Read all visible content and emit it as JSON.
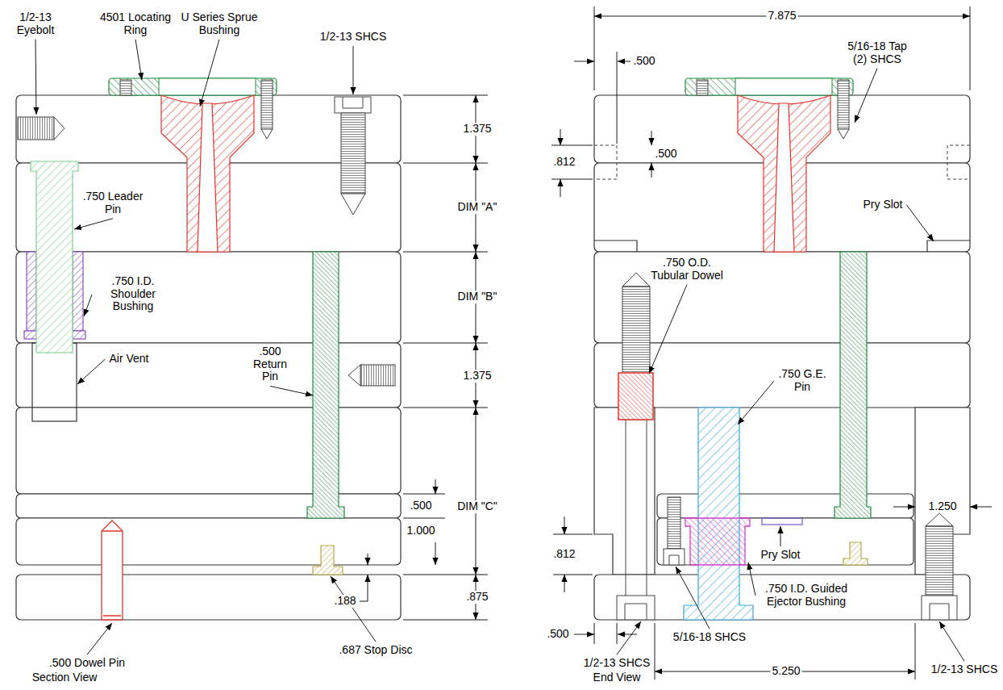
{
  "diagram": {
    "labels": [
      "1/2-13 Eyebolt",
      "4501 Locating Ring",
      "U Series Sprue Bushing",
      "1/2-13 SHCS",
      "1.375",
      ".750 Leader Pin",
      "DIM \"A\"",
      ".750 I.D. Shoulder Bushing",
      "DIM \"B\"",
      "Air Vent",
      ".500 Return Pin",
      "1.375",
      "DIM \"C\"",
      ".500",
      "1.000",
      ".188",
      ".875",
      ".500 Dowel Pin",
      ".687 Stop Disc",
      "Section View",
      "7.875",
      ".500",
      "5/16-18 Tap (2) SHCS",
      ".812",
      ".500",
      "Pry Slot",
      ".750 O.D. Tubular Dowel",
      ".750 G.E. Pin",
      "1.250",
      "Pry Slot",
      ".812",
      ".750 I.D. Guided Ejector Bushing",
      ".500",
      "5/16-18 SHCS",
      "1/2-13 SHCS",
      "1/2-13 SHCS",
      "5.250",
      "End View"
    ]
  }
}
